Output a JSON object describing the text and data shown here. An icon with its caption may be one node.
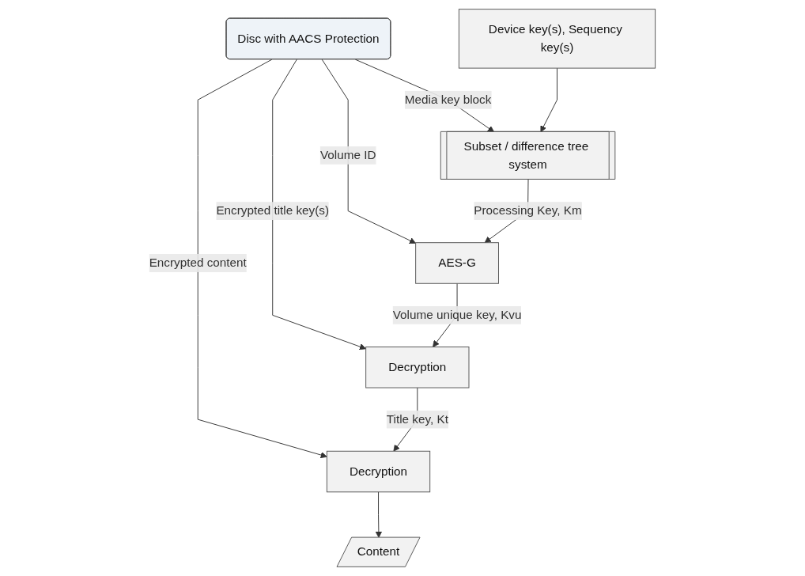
{
  "diagram": {
    "nodes": [
      {
        "text": [
          "Disc with AACS Protection"
        ]
      },
      {
        "text": [
          "Subset / difference tree system"
        ]
      },
      {
        "text": [
          "AES-G"
        ]
      },
      {
        "text": [
          "Device key(s), Sequency key(s)"
        ]
      },
      {
        "text": [
          "Decryption"
        ]
      },
      {
        "text": [
          "Decryption"
        ]
      },
      {
        "text": [
          "Content"
        ]
      }
    ],
    "edges": [
      {
        "from": 0,
        "to": 1,
        "arrow": "to",
        "label": "Media key block"
      },
      {
        "from": 0,
        "to": 2,
        "arrow": "to",
        "label": "Volume ID"
      },
      {
        "from": 0,
        "to": 4,
        "arrow": "to",
        "label": "Encrypted title key(s)"
      },
      {
        "from": 0,
        "to": 5,
        "arrow": "to",
        "label": "Encrypted content"
      },
      {
        "from": 3,
        "to": 1,
        "arrow": "to"
      },
      {
        "from": 1,
        "to": 2,
        "arrow": "to",
        "label": "Processing Key, Km"
      },
      {
        "from": 2,
        "to": 4,
        "arrow": "to",
        "label": "Volume unique key, Kvu"
      },
      {
        "from": 4,
        "to": 5,
        "arrow": "to",
        "label": "Title key, Kt"
      },
      {
        "from": 5,
        "to": 6,
        "arrow": "to"
      }
    ]
  }
}
